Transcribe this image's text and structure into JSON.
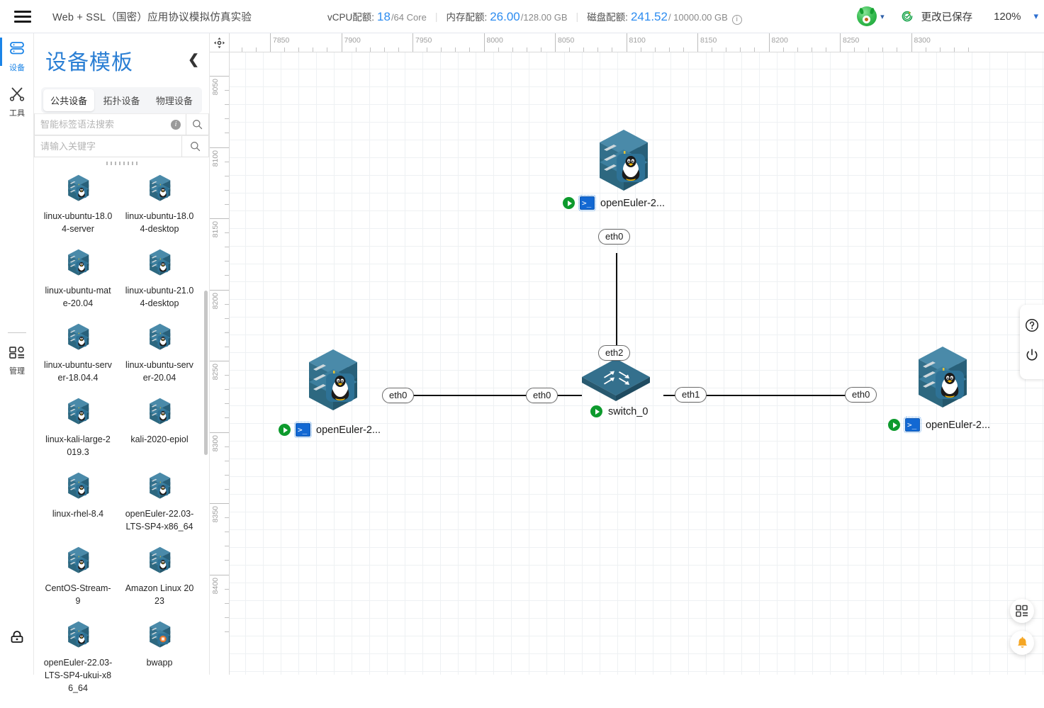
{
  "topbar": {
    "menu_icon": "hamburger-icon",
    "project_title": "Web + SSL（国密）应用协议模拟仿真实验",
    "quota": {
      "vcpu_label": "vCPU配额:",
      "vcpu_used": "18",
      "vcpu_total": "/64 Core",
      "mem_label": "内存配额:",
      "mem_used": "26.00",
      "mem_total": "/128.00 GB",
      "disk_label": "磁盘配额:",
      "disk_used": "241.52",
      "disk_total": "/ 10000.00 GB",
      "info_icon": "info-icon",
      "separator": "|"
    },
    "avatar_icon": "user-avatar",
    "avatar_chevron": "chevron-down-icon",
    "save_icon": "saved-check-icon",
    "save_text": "更改已保存",
    "zoom_value": "120%",
    "zoom_chevron": "chevron-down-icon"
  },
  "rail": {
    "items": [
      {
        "label": "设备",
        "icon": "device-stack-icon",
        "active": true
      },
      {
        "label": "工具",
        "icon": "tools-scissors-icon",
        "active": false
      },
      {
        "label": "管理",
        "icon": "management-grid-icon",
        "active": false
      }
    ],
    "lock_icon": "lock-icon"
  },
  "panel": {
    "title": "设备模板",
    "collapse_icon": "chevron-left-icon",
    "tabs": [
      {
        "label": "公共设备",
        "active": true
      },
      {
        "label": "拓扑设备",
        "active": false
      },
      {
        "label": "物理设备",
        "active": false
      }
    ],
    "search_tag": {
      "placeholder": "智能标签语法搜索",
      "value": "",
      "info_icon": "info-icon",
      "search_icon": "search-icon"
    },
    "search_keyword": {
      "placeholder": "请输入关键字",
      "value": "",
      "search_icon": "search-icon"
    },
    "devices": [
      {
        "label": "linux-ubuntu-18.04-server",
        "icon": "linux-server-icon"
      },
      {
        "label": "linux-ubuntu-18.04-desktop",
        "icon": "linux-server-icon"
      },
      {
        "label": "linux-ubuntu-mate-20.04",
        "icon": "linux-server-icon"
      },
      {
        "label": "linux-ubuntu-21.04-desktop",
        "icon": "linux-server-icon"
      },
      {
        "label": "linux-ubuntu-server-18.04.4",
        "icon": "linux-server-icon"
      },
      {
        "label": "linux-ubuntu-server-20.04",
        "icon": "linux-server-icon"
      },
      {
        "label": "linux-kali-large-2019.3",
        "icon": "linux-server-icon"
      },
      {
        "label": "kali-2020-epiol",
        "icon": "linux-server-icon"
      },
      {
        "label": "linux-rhel-8.4",
        "icon": "linux-server-icon"
      },
      {
        "label": "openEuler-22.03-LTS-SP4-x86_64",
        "icon": "linux-server-icon"
      },
      {
        "label": "CentOS-Stream-9",
        "icon": "linux-server-icon"
      },
      {
        "label": "Amazon Linux 2023",
        "icon": "linux-server-icon"
      },
      {
        "label": "openEuler-22.03-LTS-SP4-ukui-x86_64",
        "icon": "linux-server-icon"
      },
      {
        "label": "bwapp",
        "icon": "app-server-icon"
      }
    ]
  },
  "canvas": {
    "pan_icon": "pan-move-icon",
    "ruler_h_labels": [
      "7850",
      "7900",
      "7950",
      "8000",
      "8050",
      "8100",
      "8150",
      "8200",
      "8250",
      "8300"
    ],
    "ruler_v_labels": [
      "8050",
      "8100",
      "8150",
      "8200",
      "8250",
      "8300",
      "8350",
      "8400"
    ],
    "nodes": [
      {
        "id": "top",
        "name": "openEuler-2...",
        "icon": "linux-server-icon",
        "status": "running",
        "terminal": true
      },
      {
        "id": "left",
        "name": "openEuler-2...",
        "icon": "linux-server-icon",
        "status": "running",
        "terminal": true
      },
      {
        "id": "right",
        "name": "openEuler-2...",
        "icon": "linux-server-icon",
        "status": "running",
        "terminal": true
      },
      {
        "id": "switch",
        "name": "switch_0",
        "icon": "switch-icon",
        "status": "running",
        "terminal": false
      }
    ],
    "interfaces": [
      {
        "id": "top-eth0",
        "label": "eth0"
      },
      {
        "id": "sw-eth2",
        "label": "eth2"
      },
      {
        "id": "left-eth0",
        "label": "eth0"
      },
      {
        "id": "sw-eth0",
        "label": "eth0"
      },
      {
        "id": "sw-eth1",
        "label": "eth1"
      },
      {
        "id": "right-eth0",
        "label": "eth0"
      }
    ]
  },
  "side_tools": {
    "help_icon": "help-circle-icon",
    "power_icon": "power-icon"
  },
  "fabs": [
    {
      "icon": "dashboard-grid-icon",
      "color": "#444444"
    },
    {
      "icon": "bell-icon",
      "color": "#f5a623"
    }
  ],
  "colors": {
    "accent": "#2d8cf0",
    "panel_title": "#2b7fd4",
    "running_green": "#0d9a2d",
    "bell_orange": "#f5a623",
    "node_blue": "#2e6e8e"
  }
}
